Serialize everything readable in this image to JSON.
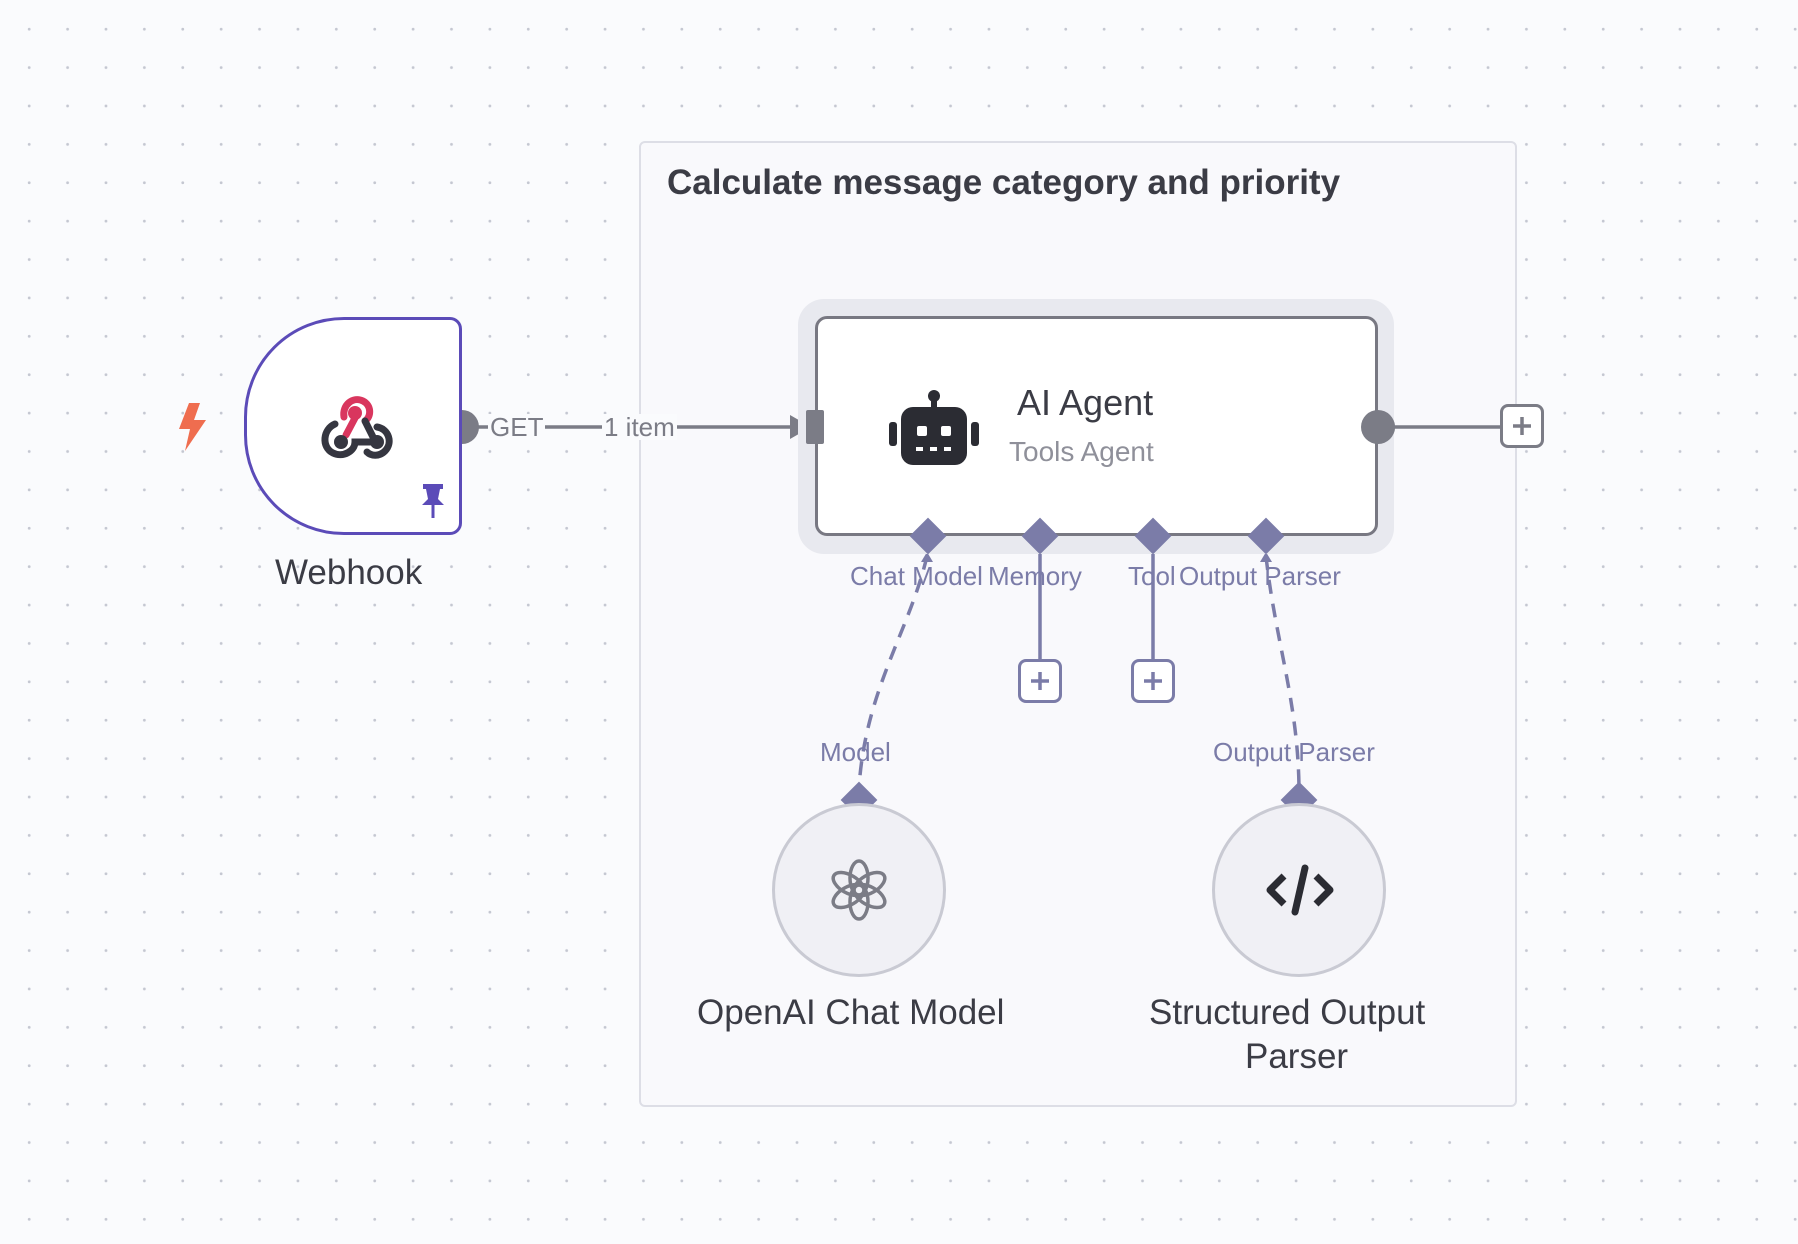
{
  "canvas": {
    "sticky_title": "Calculate message category and priority"
  },
  "nodes": {
    "webhook": {
      "name": "Webhook",
      "trigger_icon": "lightning-bolt-icon",
      "icon": "webhook-icon",
      "pinned_icon": "pin-icon"
    },
    "agent": {
      "name": "AI Agent",
      "subtitle": "Tools Agent",
      "icon": "robot-icon"
    },
    "openai": {
      "name": "OpenAI Chat Model",
      "icon": "openai-icon"
    },
    "parser": {
      "name_line1": "Structured Output",
      "name_line2": "Parser",
      "icon": "code-icon"
    }
  },
  "connection": {
    "output_label": "GET",
    "items_label": "1 item"
  },
  "agent_ports": [
    "Chat Model",
    "Memory",
    "Tool",
    "Output Parser"
  ],
  "sub_node_ports": {
    "model": "Model",
    "output_parser": "Output Parser"
  },
  "colors": {
    "accent": "#5b4bb8",
    "trigger": "#ef6d4f",
    "webhook_red": "#d9365e",
    "sub_port": "#7b7ca8",
    "main_wire": "#7b7c86"
  }
}
